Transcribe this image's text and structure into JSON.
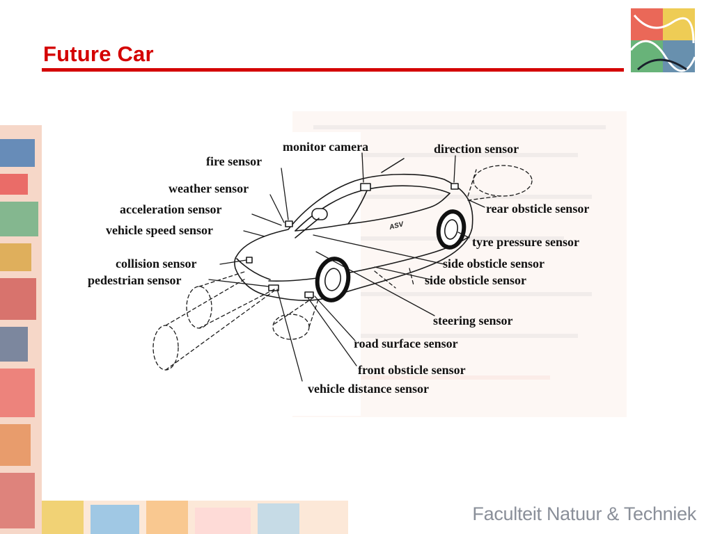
{
  "slide": {
    "title": "Future Car",
    "footer": "Faculteit  Natuur & Techniek"
  },
  "colors": {
    "accent": "#d40000",
    "footer_text": "#8a8f99"
  },
  "diagram": {
    "labels": {
      "monitor_camera": "monitor camera",
      "direction_sensor": "direction sensor",
      "fire_sensor": "fire sensor",
      "weather_sensor": "weather sensor",
      "acceleration_sensor": "acceleration sensor",
      "vehicle_speed_sensor": "vehicle speed sensor",
      "collision_sensor": "collision sensor",
      "pedestrian_sensor": "pedestrian sensor",
      "rear_obsticle_sensor": "rear obsticle sensor",
      "tyre_pressure_sensor": "tyre pressure sensor",
      "side_obsticle_sensor_1": "side obsticle sensor",
      "side_obsticle_sensor_2": "side obsticle sensor",
      "steering_sensor": "steering sensor",
      "road_surface_sensor": "road surface sensor",
      "front_obsticle_sensor": "front obsticle sensor",
      "vehicle_distance_sensor": "vehicle distance sensor",
      "car_badge": "ASV"
    }
  }
}
